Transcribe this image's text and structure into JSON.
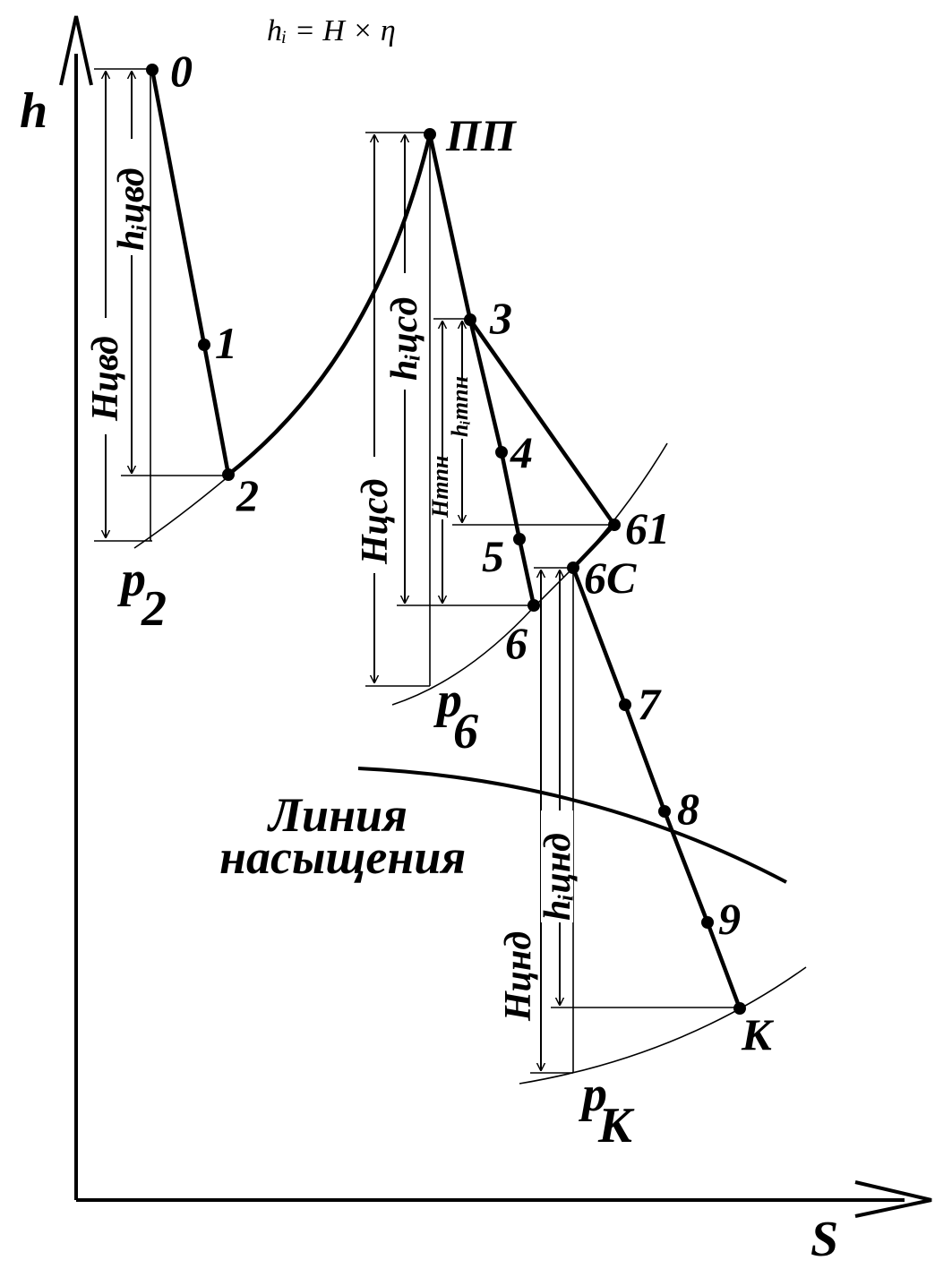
{
  "formula": "hᵢ = H × η",
  "axes": {
    "y": "h",
    "x": "S"
  },
  "points": {
    "p0": "0",
    "p1": "1",
    "p2": "2",
    "pp": "ПП",
    "p3": "3",
    "p4": "4",
    "p5": "5",
    "p6": "6",
    "p61": "61",
    "p6c": "6С",
    "p7": "7",
    "p8": "8",
    "p9": "9",
    "pk": "К"
  },
  "isobars": {
    "p2": {
      "base": "p",
      "sub": "2"
    },
    "p6": {
      "base": "p",
      "sub": "6"
    },
    "pk": {
      "base": "p",
      "sub": "К"
    }
  },
  "saturation": {
    "line1": "Линия",
    "line2": "насыщения"
  },
  "dimensions": {
    "H_cvd": "Hцвд",
    "hi_cvd": "hᵢцвд",
    "H_csd": "Hцсд",
    "hi_csd": "hᵢцсд",
    "H_tpn": "Hтпн",
    "hi_tpn": "hᵢтпн",
    "H_cnd": "Hцнд",
    "hi_cnd": "hᵢцнд"
  }
}
